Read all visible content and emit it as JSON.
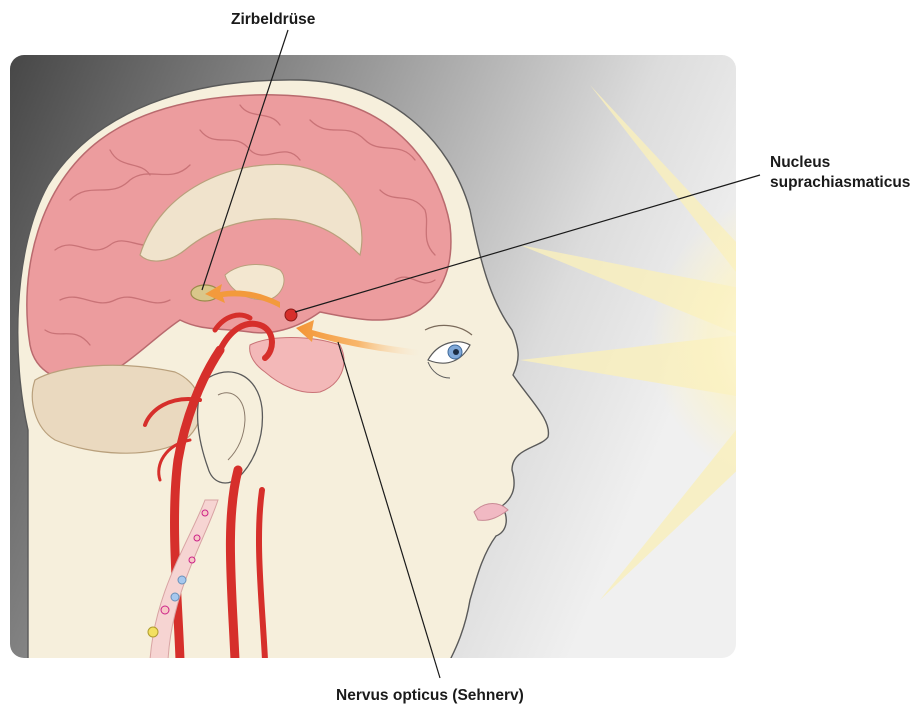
{
  "labels": {
    "pineal": "Zirbeldrüse",
    "scn_line1": "Nucleus",
    "scn_line2": "suprachiasmaticus",
    "optic": "Nervus opticus (Sehnerv)"
  },
  "colors": {
    "brain": "#ec9c9e",
    "brain_gyri_line": "#c97377",
    "skin": "#f6efdc",
    "artery": "#d62f2b",
    "arrow": "#f5a040",
    "light": "#fbf4c6",
    "background_dark": "#4a4a4a",
    "background_light": "#f2f2f2"
  }
}
